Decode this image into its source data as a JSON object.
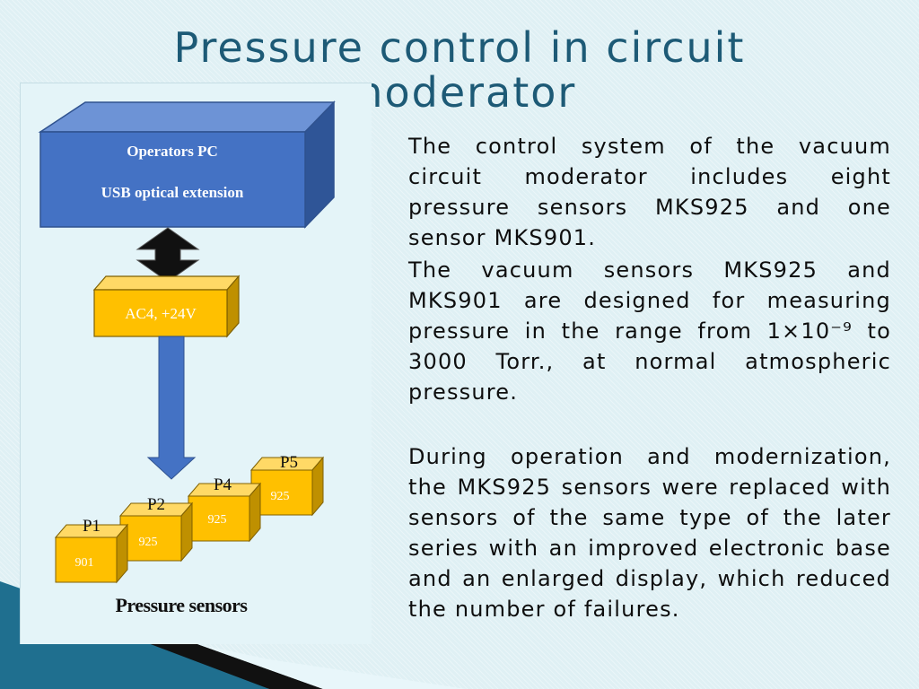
{
  "slide": {
    "title": "Pressure control in circuit moderator",
    "paragraphs": [
      "The control system of the vacuum circuit moderator includes eight pressure sensors MKS925 and one sensor MKS901.",
      "The vacuum sensors MKS925 and MKS901 are designed for measuring pressure in the range from 1×10⁻⁹ to 3000 Torr., at normal atmospheric pressure.",
      "During operation and modernization, the MKS925 sensors were replaced with sensors of the same type of the later series with an improved electronic base and an enlarged display, which reduced the number of failures."
    ]
  },
  "diagram": {
    "pc_box": {
      "line1": "Operators PC",
      "line2": "USB optical extension",
      "color": "#4472c4"
    },
    "power_box": {
      "label": "AC4, +24V",
      "color": "#ffc000"
    },
    "sensors": [
      {
        "name": "P1",
        "model": "901"
      },
      {
        "name": "P2",
        "model": "925"
      },
      {
        "name": "P4",
        "model": "925"
      },
      {
        "name": "P5",
        "model": "925"
      }
    ],
    "caption": "Pressure sensors",
    "sensor_color": "#ffc000",
    "arrow_color": "#4472c4"
  }
}
